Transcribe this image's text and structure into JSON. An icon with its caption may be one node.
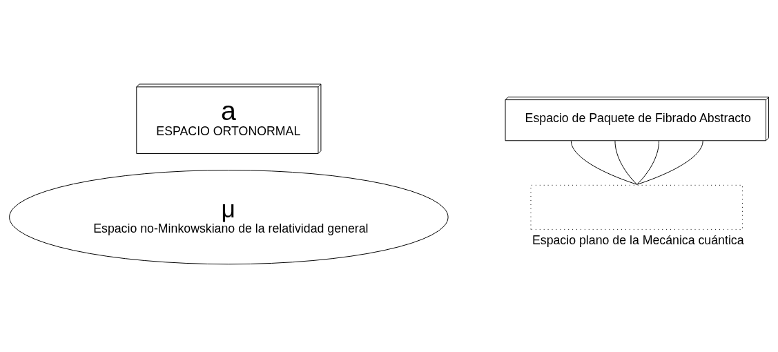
{
  "diagram": {
    "nodes": [
      {
        "text": [
          "a",
          "ESPACIO ORTONORMAL"
        ]
      },
      {
        "text": [
          "μ",
          "Espacio no-Minkowskiano de la relatividad general"
        ]
      },
      {
        "text": [
          "Espacio de Paquete de Fibrado Abstracto"
        ]
      },
      {
        "text": [],
        "shape": "box",
        "beside": [
          "Espacio plano de la Mecánica cuántica"
        ]
      }
    ],
    "edges": [
      {
        "from": 2,
        "to": 3,
        "arrow": "none"
      },
      {
        "from": 2,
        "to": 3,
        "arrow": "none"
      },
      {
        "from": 2,
        "to": 3,
        "arrow": "none"
      },
      {
        "from": 2,
        "to": 3,
        "arrow": "none"
      }
    ]
  }
}
